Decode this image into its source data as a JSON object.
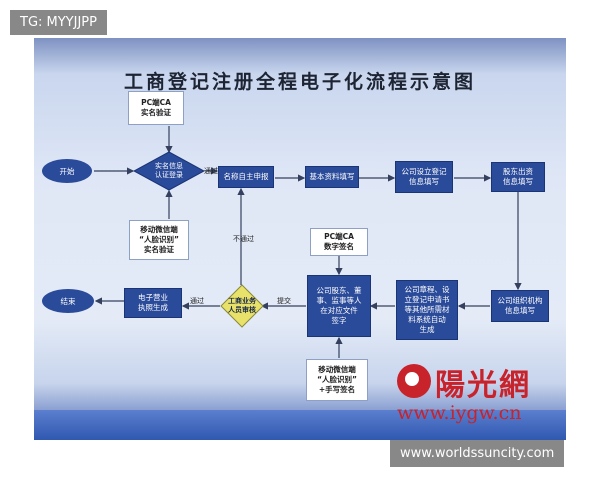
{
  "tag_text": "TG: MYYJJPP",
  "watermark_text": "www.worldssuncity.com",
  "title": "工商登记注册全程电子化流程示意图",
  "nodes": {
    "start": "开始",
    "pc_ca_realname": "PC端CA\n实名验证",
    "realname_auth": "实名信息\n认证登录",
    "mobile_face_realname": "移动微信端\n“人脸识别”\n实名验证",
    "name_declare": "名称自主申报",
    "basic_info": "基本资料填写",
    "company_reg_info": "公司设立登记\n信息填写",
    "shareholder_info": "股东出资\n信息填写",
    "org_info": "公司组织机构\n信息填写",
    "auto_generate": "公司章程、设\n立登记申请书\n等其他所需材\n料系统自动\n生成",
    "sign_docs": "公司股东、董\n事、监事等人\n在对应文件\n签字",
    "pc_ca_sign": "PC端CA\n数字签名",
    "mobile_face_sign": "移动微信端\n“人脸识别”\n+手写签名",
    "review": "工商业务\n人员审核",
    "e_license": "电子营业\n执照生成",
    "end": "结束"
  },
  "edge_labels": {
    "pass_top": "通过",
    "not_pass": "不通过",
    "submit": "提交",
    "pass_bottom": "通过"
  },
  "logo": {
    "name": "陽光網",
    "url": "www.iygw.cn"
  },
  "colors": {
    "box_dark": "#2a4a9a",
    "diamond_yellow": "#e8e26a",
    "logo_red": "#c8222a"
  }
}
